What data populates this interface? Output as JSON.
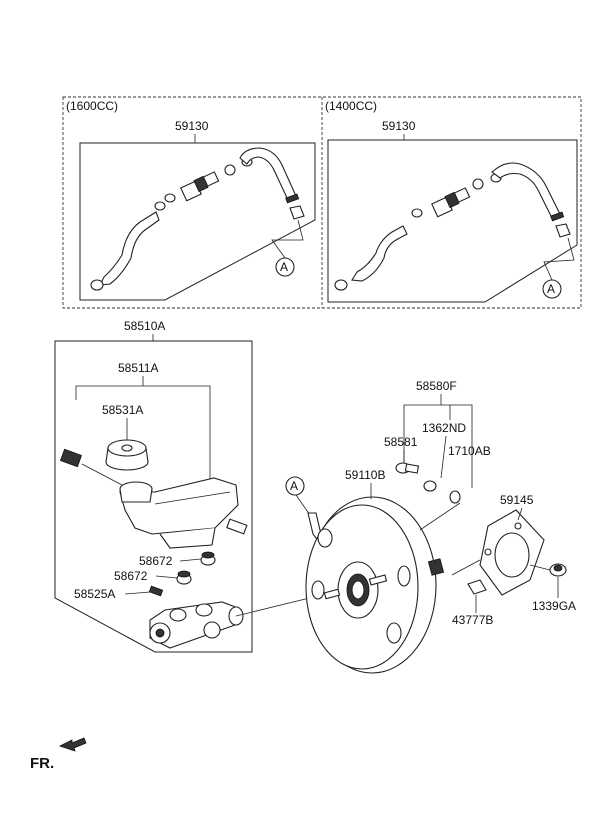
{
  "variants": [
    {
      "engine": "(1600CC)",
      "hose_part": "59130",
      "ref": "A"
    },
    {
      "engine": "(1400CC)",
      "hose_part": "59130",
      "ref": "A"
    }
  ],
  "reservoir": {
    "assembly": "58510A",
    "reservoir": "58511A",
    "cap": "58531A",
    "grommet_1": "58672",
    "grommet_2": "58672",
    "pin": "58525A"
  },
  "booster": {
    "ref": "A",
    "booster": "59110B",
    "kit": "58580F",
    "clevis_pin": "58581",
    "nut": "1362ND",
    "clip": "1710AB",
    "gasket": "59145",
    "nut_2": "1339GA",
    "snap_pin": "43777B"
  },
  "direction": {
    "label": "FR."
  }
}
